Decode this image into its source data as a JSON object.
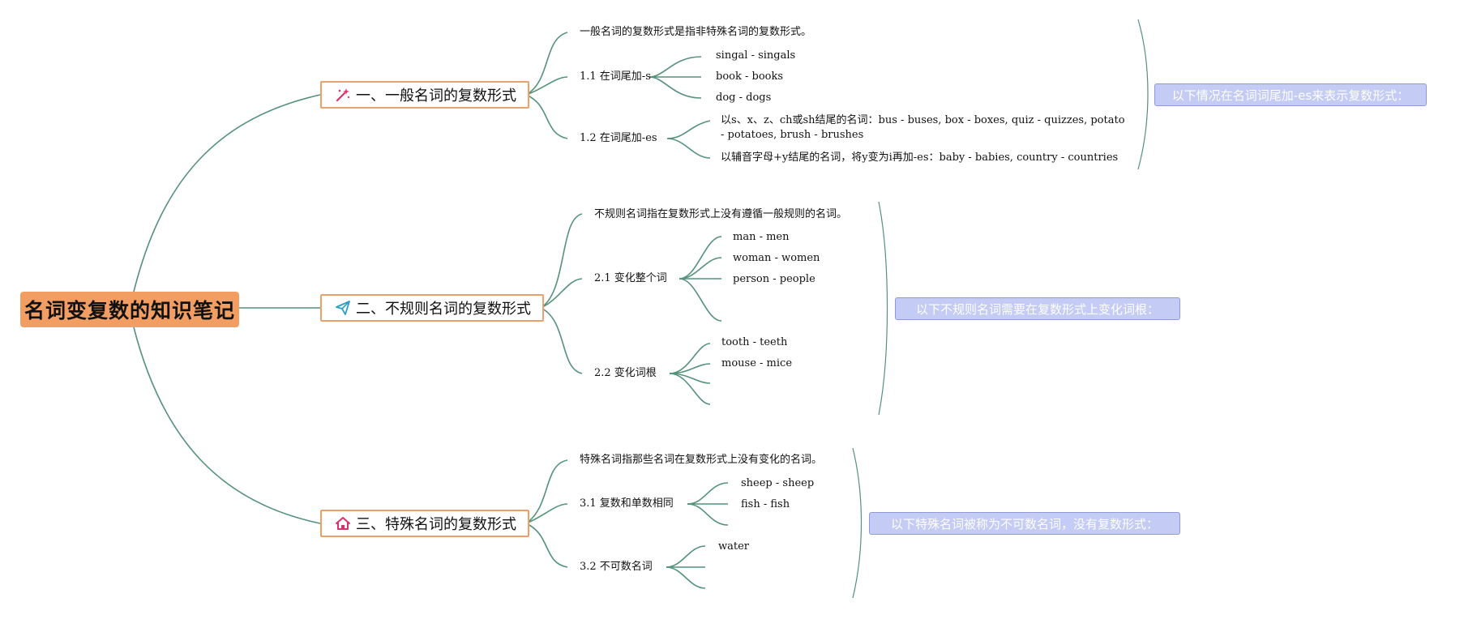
{
  "root": {
    "title": "名词变复数的知识笔记"
  },
  "branches": [
    {
      "label": "一、一般名词的复数形式",
      "icon": "magic-wand-icon",
      "description": "一般名词的复数形式是指非特殊名词的复数形式。",
      "subs": [
        {
          "label": "1.1 在词尾加-s",
          "items": [
            "singal - singals",
            "book - books",
            "dog - dogs"
          ]
        },
        {
          "label": "1.2 在词尾加-es",
          "items": [
            "以s、x、z、ch或sh结尾的名词：bus - buses, box - boxes, quiz - quizzes, potato - potatoes, brush - brushes",
            "以辅音字母+y结尾的名词，将y变为i再加-es：baby - babies, country - countries"
          ]
        }
      ],
      "summary": "以下情况在名词词尾加-es来表示复数形式："
    },
    {
      "label": "二、不规则名词的复数形式",
      "icon": "paper-plane-icon",
      "description": "不规则名词指在复数形式上没有遵循一般规则的名词。",
      "subs": [
        {
          "label": "2.1 变化整个词",
          "items": [
            "man - men",
            "woman - women",
            "person - people",
            ""
          ]
        },
        {
          "label": "2.2 变化词根",
          "items": [
            "tooth - teeth",
            "mouse - mice",
            "",
            ""
          ]
        }
      ],
      "summary": "以下不规则名词需要在复数形式上变化词根："
    },
    {
      "label": "三、特殊名词的复数形式",
      "icon": "home-icon",
      "description": "特殊名词指那些名词在复数形式上没有变化的名词。",
      "subs": [
        {
          "label": "3.1 复数和单数相同",
          "items": [
            "sheep - sheep",
            "fish - fish",
            ""
          ]
        },
        {
          "label": "3.2 不可数名词",
          "items": [
            "water",
            "",
            ""
          ]
        }
      ],
      "summary": "以下特殊名词被称为不可数名词，没有复数形式："
    }
  ],
  "colors": {
    "root_fill": "#f29e63",
    "node_border": "#ef9f6a",
    "connector": "#55927a",
    "summary_fill": "#c4cbf4",
    "summary_border": "#8e9ad6"
  }
}
